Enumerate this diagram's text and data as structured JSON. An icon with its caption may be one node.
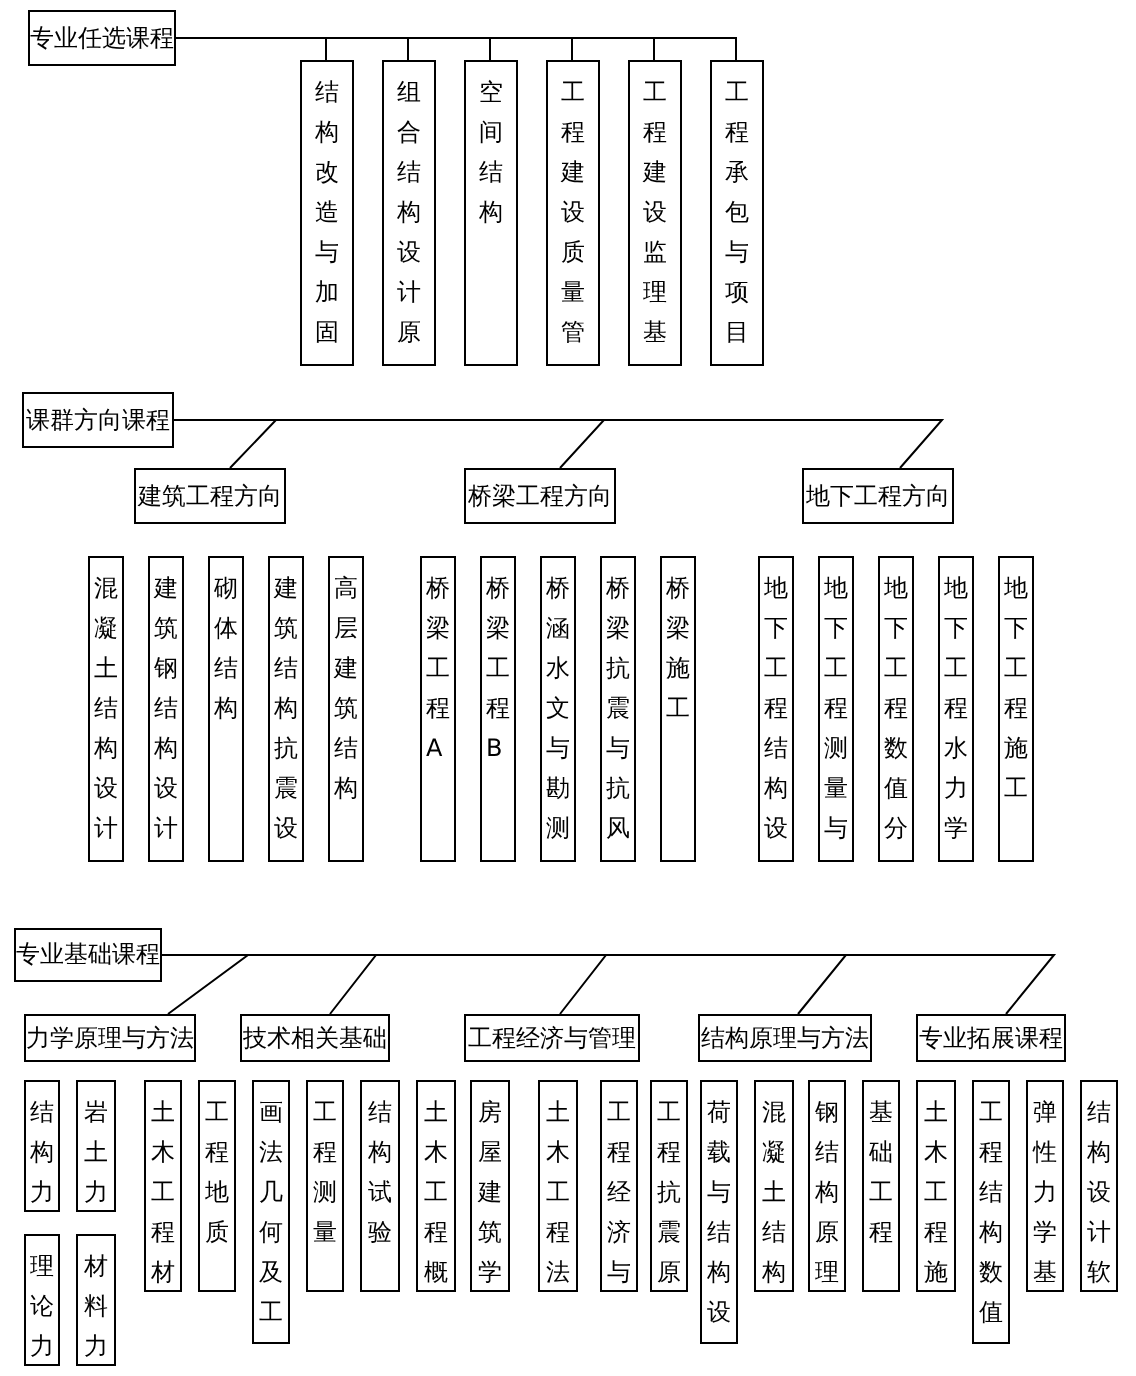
{
  "diagram": {
    "nodes": [
      {
        "text": [
          "专业任选课程"
        ]
      },
      {
        "text": [
          "结构改造与加固"
        ]
      },
      {
        "text": [
          "组合结构设计原"
        ]
      },
      {
        "text": [
          "空间结构"
        ]
      },
      {
        "text": [
          "工程建设质量管"
        ]
      },
      {
        "text": [
          "工程建设监理基"
        ]
      },
      {
        "text": [
          "工程承包与项目"
        ]
      },
      {
        "text": [
          "课群方向课程"
        ]
      },
      {
        "text": [
          "建筑工程方向"
        ]
      },
      {
        "text": [
          "桥梁工程方向"
        ]
      },
      {
        "text": [
          "地下工程方向"
        ]
      },
      {
        "text": [
          "混凝土结构设计"
        ]
      },
      {
        "text": [
          "建筑钢结构设计"
        ]
      },
      {
        "text": [
          "砌体结构"
        ]
      },
      {
        "text": [
          "建筑结构抗震设"
        ]
      },
      {
        "text": [
          "高层建筑结构"
        ]
      },
      {
        "text": [
          "桥梁工程A"
        ]
      },
      {
        "text": [
          "桥梁工程B"
        ]
      },
      {
        "text": [
          "桥涵水文与勘测"
        ]
      },
      {
        "text": [
          "桥梁抗震与抗风"
        ]
      },
      {
        "text": [
          "桥梁施工"
        ]
      },
      {
        "text": [
          "地下工程结构设"
        ]
      },
      {
        "text": [
          "地下工程测量与"
        ]
      },
      {
        "text": [
          "地下工程数值分"
        ]
      },
      {
        "text": [
          "地下工程水力学"
        ]
      },
      {
        "text": [
          "地下工程施工"
        ]
      },
      {
        "text": [
          "专业基础课程"
        ]
      },
      {
        "text": [
          "力学原理与方法"
        ]
      },
      {
        "text": [
          "技术相关基础"
        ]
      },
      {
        "text": [
          "工程经济与管理"
        ]
      },
      {
        "text": [
          "结构原理与方法"
        ]
      },
      {
        "text": [
          "专业拓展课程"
        ]
      },
      {
        "text": [
          "结构力"
        ]
      },
      {
        "text": [
          "岩土力"
        ]
      },
      {
        "text": [
          "理论力"
        ]
      },
      {
        "text": [
          "材料力"
        ]
      },
      {
        "text": [
          "土木工程材"
        ]
      },
      {
        "text": [
          "工程地质"
        ]
      },
      {
        "text": [
          "画法几何及工"
        ]
      },
      {
        "text": [
          "工程测量"
        ]
      },
      {
        "text": [
          "结构试验"
        ]
      },
      {
        "text": [
          "土木工程概"
        ]
      },
      {
        "text": [
          "房屋建筑学"
        ]
      },
      {
        "text": [
          "土木工程法"
        ]
      },
      {
        "text": [
          "工程经济与"
        ]
      },
      {
        "text": [
          "工程抗震原"
        ]
      },
      {
        "text": [
          "荷载与结构设"
        ]
      },
      {
        "text": [
          "混凝土结构"
        ]
      },
      {
        "text": [
          "钢结构原理"
        ]
      },
      {
        "text": [
          "基础工程"
        ]
      },
      {
        "text": [
          "土木工程施"
        ]
      },
      {
        "text": [
          "工程结构数值"
        ]
      },
      {
        "text": [
          "弹性力学基"
        ]
      },
      {
        "text": [
          "结构设计软"
        ]
      }
    ],
    "edges": [
      {
        "from": 0,
        "to": 1,
        "arrow": "none"
      },
      {
        "from": 0,
        "to": 2,
        "arrow": "none"
      },
      {
        "from": 0,
        "to": 3,
        "arrow": "none"
      },
      {
        "from": 0,
        "to": 4,
        "arrow": "none"
      },
      {
        "from": 0,
        "to": 5,
        "arrow": "none"
      },
      {
        "from": 0,
        "to": 6,
        "arrow": "none"
      },
      {
        "from": 7,
        "to": 8,
        "arrow": "none"
      },
      {
        "from": 7,
        "to": 9,
        "arrow": "none"
      },
      {
        "from": 7,
        "to": 10,
        "arrow": "none"
      },
      {
        "from": 26,
        "to": 27,
        "arrow": "none"
      },
      {
        "from": 26,
        "to": 28,
        "arrow": "none"
      },
      {
        "from": 26,
        "to": 29,
        "arrow": "none"
      },
      {
        "from": 26,
        "to": 30,
        "arrow": "none"
      },
      {
        "from": 26,
        "to": 31,
        "arrow": "none"
      }
    ]
  }
}
